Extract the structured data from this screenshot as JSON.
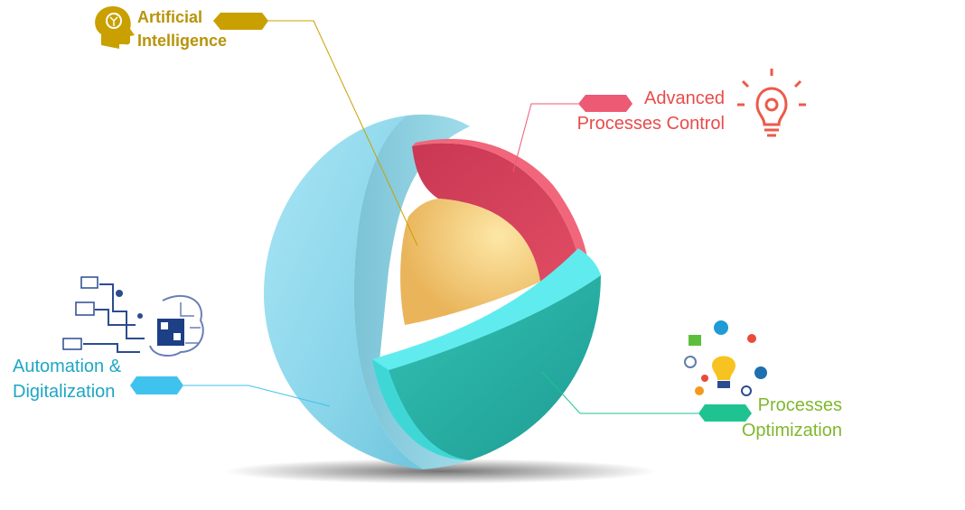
{
  "labels": {
    "ai": {
      "line1": "Artificial",
      "line2": "Intelligence",
      "color": "#b8940a"
    },
    "apc": {
      "line1": "Advanced",
      "line2": "Processes Control",
      "color": "#e94b4b"
    },
    "ad": {
      "line1": "Automation &",
      "line2": "Digitalization",
      "color": "#1ea6c4"
    },
    "po": {
      "line1": "Processes",
      "line2": "Optimization",
      "color": "#7fb82e"
    }
  },
  "colors": {
    "outer_shell": "#8fd9ec",
    "mantle_side": "#2fb5ab",
    "mantle_top": "#5ee9ee",
    "red_layer": "#d6465d",
    "core": "#f4cf78",
    "ai_connector": "#c9a000",
    "apc_connector": "#ec5a73",
    "ad_connector": "#3fc3ee",
    "po_connector": "#1fc391"
  },
  "icons": {
    "ai": "head-brain-icon",
    "apc": "lightbulb-gear-icon",
    "ad": "circuit-brain-icon",
    "po": "lightbulb-cogs-icon"
  }
}
